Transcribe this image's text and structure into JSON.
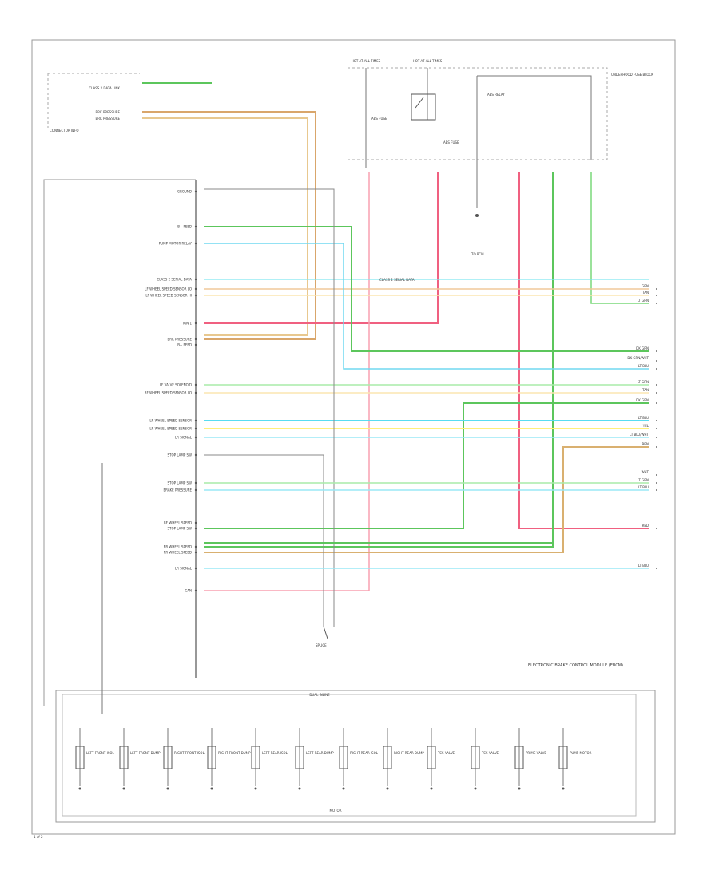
{
  "diagram": {
    "footer_code": "1 of 2",
    "modulator": {
      "title": "ELECTRONIC BRAKE CONTROL MODULE (EBCM)",
      "ground": "GROUND",
      "motor": "MOTOR",
      "dual_inline": "DUAL INLINE"
    },
    "ebcm_pins": [
      "GROUND",
      "B+ FEED",
      "PUMP MOTOR RELAY",
      "CLASS 2 SERIAL DATA",
      "LF WHEEL SPEED SENSOR LO",
      "LF WHEEL SPEED SENSOR HI",
      "IGN 1",
      "BRK PRESSURE",
      "B+ FEED",
      "LF VALVE SOLENOID",
      "RF WHEEL SPEED SENSOR LO",
      "LR WHEEL SPEED SENSOR",
      "LR WHEEL SPEED SENSOR",
      "LR SIGNAL",
      "STOP LAMP SW",
      "STOP LAMP SW",
      "BRAKE PRESSURE",
      "RF WHEEL SPEED",
      "STOP LAMP SW",
      "RR WHEEL SPEED",
      "RR WHEEL SPEED",
      "LR SIGNAL",
      "CAN"
    ],
    "top_left_block": [
      "CLASS 2 DATA LINK",
      "BRK PRESSURE",
      "BRK PRESSURE"
    ],
    "top_left_note": "CONNECTOR INFO",
    "fuse_block": [
      "HOT AT ALL TIMES",
      "HOT AT ALL TIMES"
    ],
    "right_box_note": "UNDERHOOD FUSE BLOCK",
    "relays": [
      "ABS FUSE",
      "ABS FUSE",
      "ABS RELAY"
    ],
    "mid_notes": [
      "CLASS 2 SERIAL DATA",
      "SPLICE",
      "TO PCM"
    ],
    "right_wires": [
      "GRN",
      "TAN",
      "LT GRN",
      "DK GRN",
      "DK GRN/WHT",
      "LT BLU",
      "LT GRN",
      "TAN",
      "DK GRN",
      "LT BLU",
      "YEL",
      "LT BLU/WHT",
      "BRN",
      "WHT",
      "LT GRN",
      "LT BLU",
      "RED",
      "LT BLU"
    ],
    "valves": [
      "LEFT FRONT ISOL",
      "LEFT FRONT DUMP",
      "RIGHT FRONT ISOL",
      "RIGHT FRONT DUMP",
      "LEFT REAR ISOL",
      "LEFT REAR DUMP",
      "RIGHT REAR ISOL",
      "RIGHT REAR DUMP",
      "TCS VALVE",
      "TCS VALVE",
      "PRIME VALVE",
      "PUMP MOTOR"
    ]
  }
}
